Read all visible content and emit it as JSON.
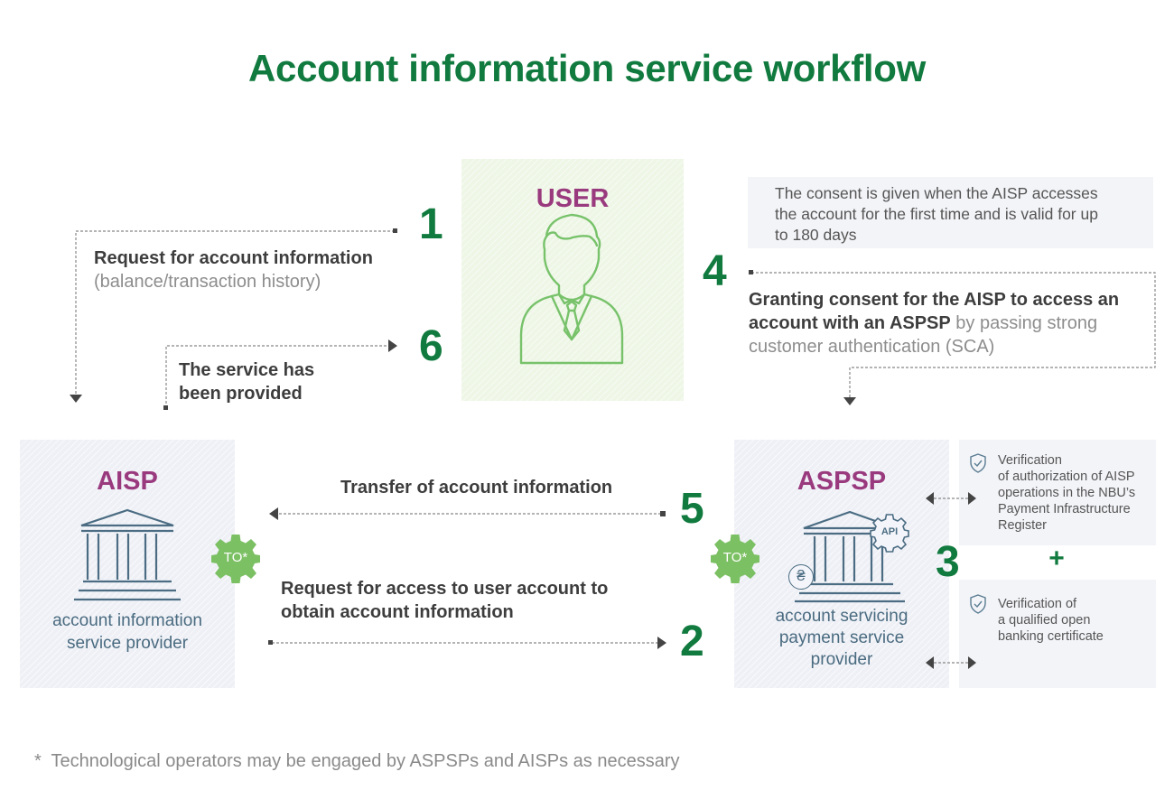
{
  "title": "Account information service workflow",
  "entities": {
    "user": {
      "title": "USER"
    },
    "aisp": {
      "title": "AISP",
      "description_line1": "account information",
      "description_line2": "service provider",
      "operator_badge": "TO*"
    },
    "aspsp": {
      "title": "ASPSP",
      "description_line1": "account servicing",
      "description_line2": "payment service",
      "description_line3": "provider",
      "operator_badge": "TO*",
      "api_badge": "API",
      "currency_symbol": "₴"
    }
  },
  "steps": [
    {
      "number": "1",
      "label_bold": "Request for account information",
      "label_light": "(balance/transaction history)"
    },
    {
      "number": "2",
      "label_bold_line1": "Request for access to user account to",
      "label_bold_line2": "obtain account information"
    },
    {
      "number": "3",
      "verifications": [
        {
          "lines": [
            "Verification",
            "of authorization of AISP",
            "operations in the NBU’s",
            "Payment Infrastructure",
            "Register"
          ]
        },
        {
          "lines": [
            "Verification of",
            "a qualified open",
            "banking certificate"
          ]
        }
      ],
      "joiner": "+"
    },
    {
      "number": "4",
      "note_lines": [
        "The consent is given when the AISP accesses",
        "the account for the first time and is valid for up",
        "to 180 days"
      ],
      "label_bold_line1": "Granting consent for the AISP to access an",
      "label_bold_line2": "account with an ASPSP",
      "label_light_line2": " by passing strong",
      "label_light_line3": "customer authentication (SCA)"
    },
    {
      "number": "5",
      "label_bold": "Transfer of account information"
    },
    {
      "number": "6",
      "label_bold_line1": "The service has",
      "label_bold_line2": "been provided"
    }
  ],
  "footnote": "*  Technological operators may be engaged by ASPSPs and AISPs as necessary"
}
